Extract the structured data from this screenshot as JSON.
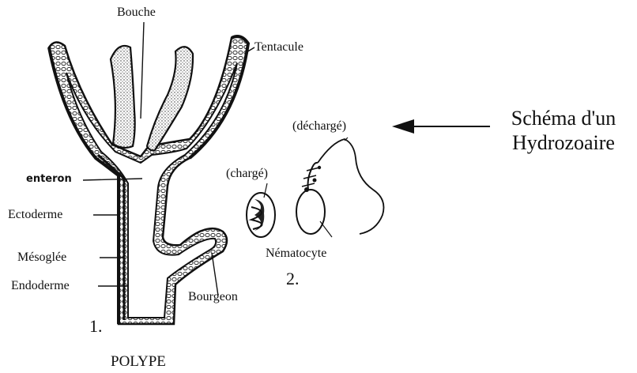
{
  "labels": {
    "mouth": "Bouche",
    "tentacle": "Tentacule",
    "enteron": "enteron",
    "ectoderm": "Ectoderme",
    "mesoglea": "Mésoglée",
    "endoderm": "Endoderme",
    "bud": "Bourgeon",
    "polyp_number": "1.",
    "polyp": "POLYPE",
    "charged": "(chargé)",
    "discharged": "(déchargé)",
    "nematocyst": "Nématocyte",
    "nematocyst_number": "2."
  },
  "title": {
    "line1": "Schéma d'un",
    "line2": "Hydrozoaire"
  },
  "colors": {
    "ink": "#111111",
    "cell_fill": "#ffffff",
    "background": "#ffffff"
  }
}
